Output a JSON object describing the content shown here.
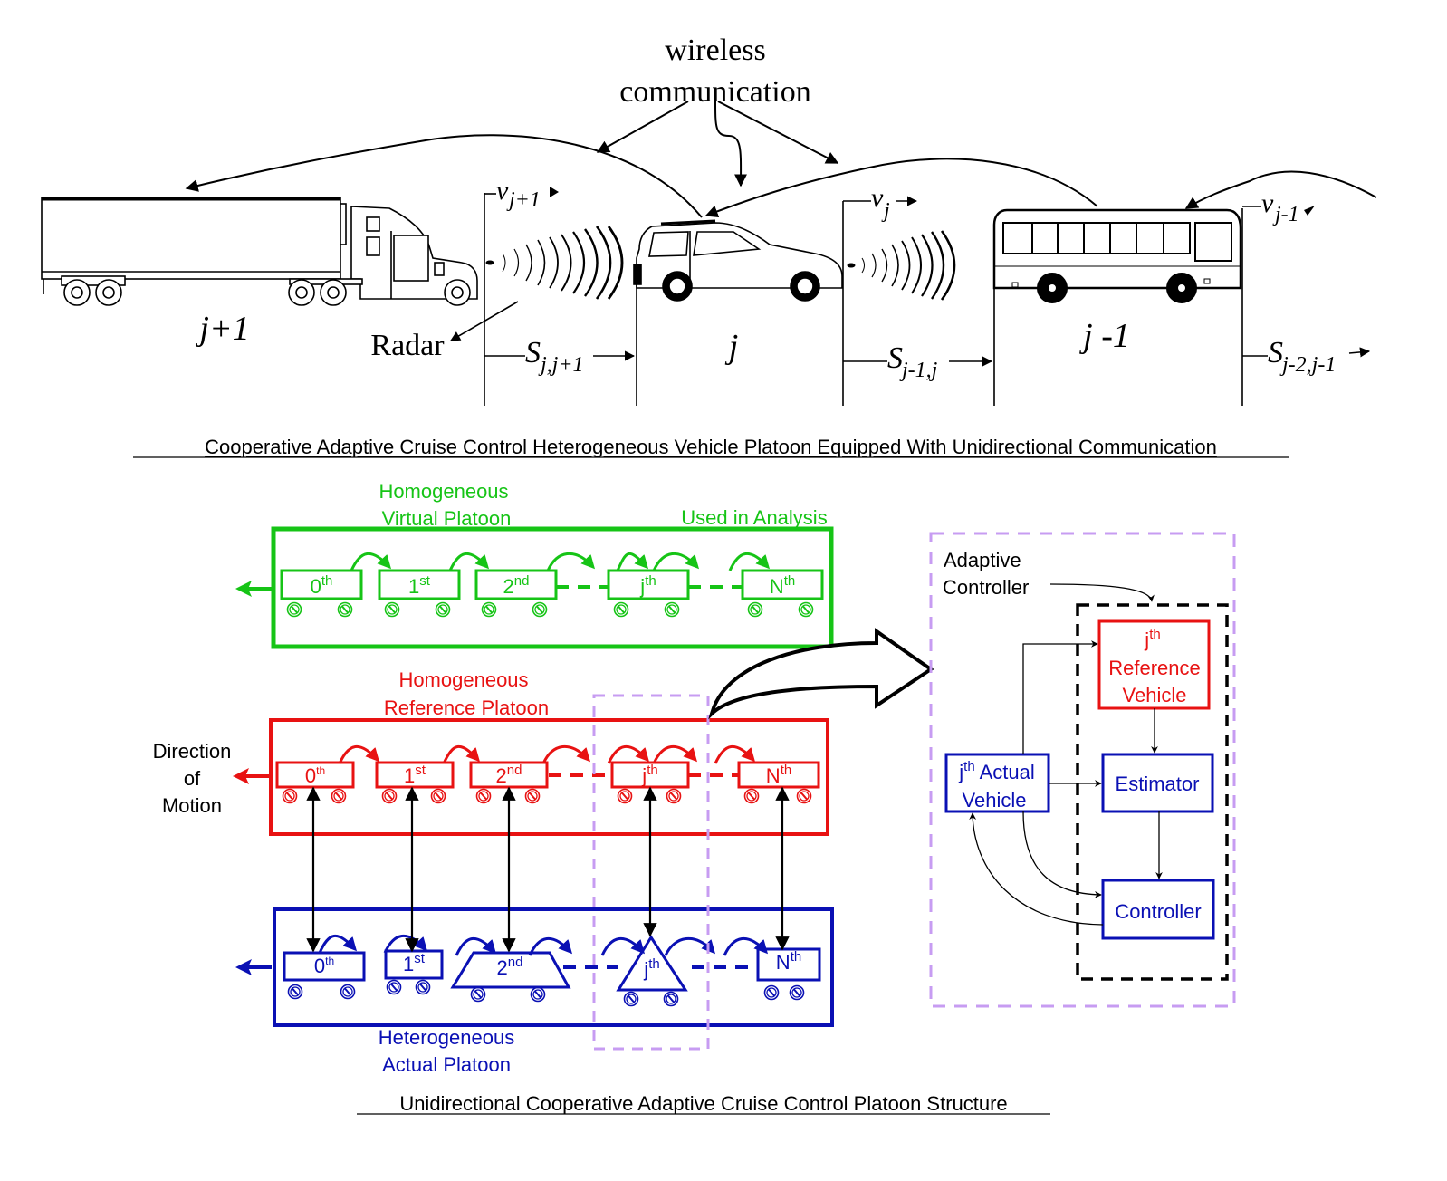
{
  "colors": {
    "green": "#16c416",
    "red": "#e81212",
    "blue": "#0a10b4",
    "lavender": "#c79cf2",
    "black": "#000000"
  },
  "top": {
    "wireless_line1": "wireless",
    "wireless_line2": "communication",
    "radar_label": "Radar",
    "vehicles": [
      {
        "id": "j+1",
        "label": "j+1",
        "kind": "truck",
        "speed_label": "v",
        "speed_sub": "j+1"
      },
      {
        "id": "j",
        "label": "j",
        "kind": "suv",
        "speed_label": "v",
        "speed_sub": "j"
      },
      {
        "id": "j-1",
        "label": "j -1",
        "kind": "bus",
        "speed_label": "v",
        "speed_sub": "j-1"
      }
    ],
    "spacings": [
      {
        "label": "S",
        "sub": "j,j+1"
      },
      {
        "label": "S",
        "sub": "j-1,j"
      },
      {
        "label": "S",
        "sub": "j-2,j-1"
      }
    ],
    "caption": "Cooperative Adaptive Cruise Control Heterogeneous Vehicle Platoon Equipped With Unidirectional Communication"
  },
  "bottom": {
    "virtual": {
      "title_line1": "Homogeneous",
      "title_line2": "Virtual Platoon",
      "note": "Used in Analysis",
      "vehicles": [
        {
          "base": "0",
          "sup": "th"
        },
        {
          "base": "1",
          "sup": "st"
        },
        {
          "base": "2",
          "sup": "nd"
        },
        {
          "base": "j",
          "sup": "th"
        },
        {
          "base": "N",
          "sup": "th"
        }
      ]
    },
    "reference": {
      "title_line1": "Homogeneous",
      "title_line2": "Reference Platoon",
      "vehicles": [
        {
          "base": "0",
          "sup": "th"
        },
        {
          "base": "1",
          "sup": "st"
        },
        {
          "base": "2",
          "sup": "nd"
        },
        {
          "base": "j",
          "sup": "th"
        },
        {
          "base": "N",
          "sup": "th"
        }
      ]
    },
    "actual": {
      "title_line1": "Heterogeneous",
      "title_line2": "Actual Platoon",
      "vehicles": [
        {
          "base": "0",
          "sup": "th",
          "shape": "rect"
        },
        {
          "base": "1",
          "sup": "st",
          "shape": "rect-small"
        },
        {
          "base": "2",
          "sup": "nd",
          "shape": "trapezoid"
        },
        {
          "base": "j",
          "sup": "th",
          "shape": "triangle"
        },
        {
          "base": "N",
          "sup": "th",
          "shape": "rect-small"
        }
      ]
    },
    "direction_line1": "Direction",
    "direction_line2": "of",
    "direction_line3": "Motion",
    "controller": {
      "title_line1": "Adaptive",
      "title_line2": "Controller",
      "reference_block": {
        "sup_base": "j",
        "sup": "th",
        "line2": "Reference",
        "line3": "Vehicle"
      },
      "actual_block": {
        "base": "j",
        "sup": "th",
        "rest": " Actual",
        "line2": "Vehicle"
      },
      "estimator": "Estimator",
      "controller": "Controller"
    },
    "caption": "Unidirectional Cooperative Adaptive Cruise Control Platoon Structure"
  }
}
